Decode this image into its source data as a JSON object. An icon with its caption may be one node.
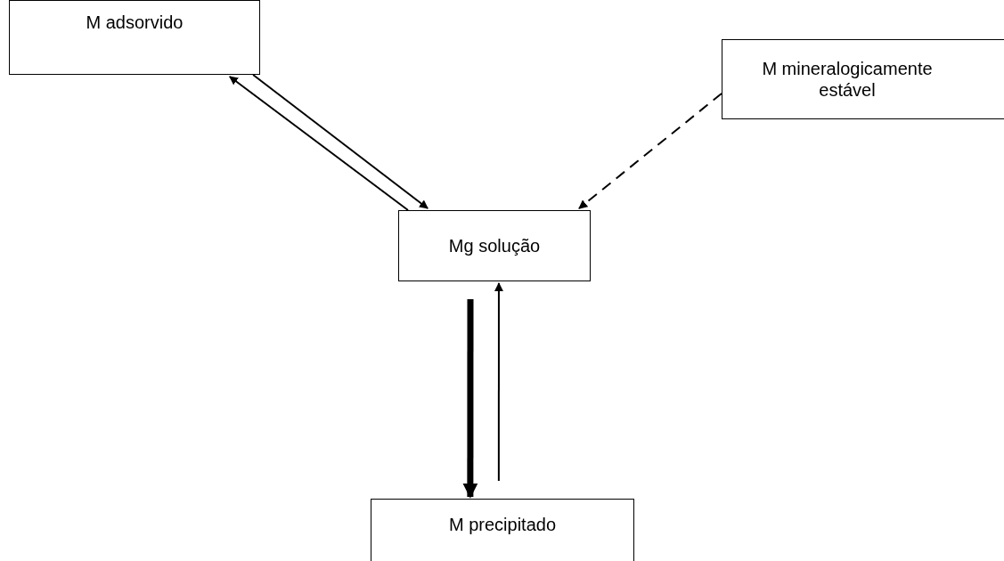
{
  "diagram": {
    "nodes": [
      {
        "text": [
          "M adsorvido"
        ]
      },
      {
        "text": [
          "M mineralogicamente estável"
        ]
      },
      {
        "text": [
          "Mg solução"
        ]
      },
      {
        "text": [
          "M precipitado"
        ]
      }
    ],
    "edges": [
      {
        "from": 0,
        "to": 2,
        "arrow": "to"
      },
      {
        "from": 2,
        "to": 0,
        "arrow": "to"
      },
      {
        "from": 1,
        "to": 2,
        "arrow": "to",
        "style": "dashed"
      },
      {
        "from": 2,
        "to": 3,
        "arrow": "to",
        "style": "thick"
      },
      {
        "from": 3,
        "to": 2,
        "arrow": "to"
      }
    ]
  }
}
